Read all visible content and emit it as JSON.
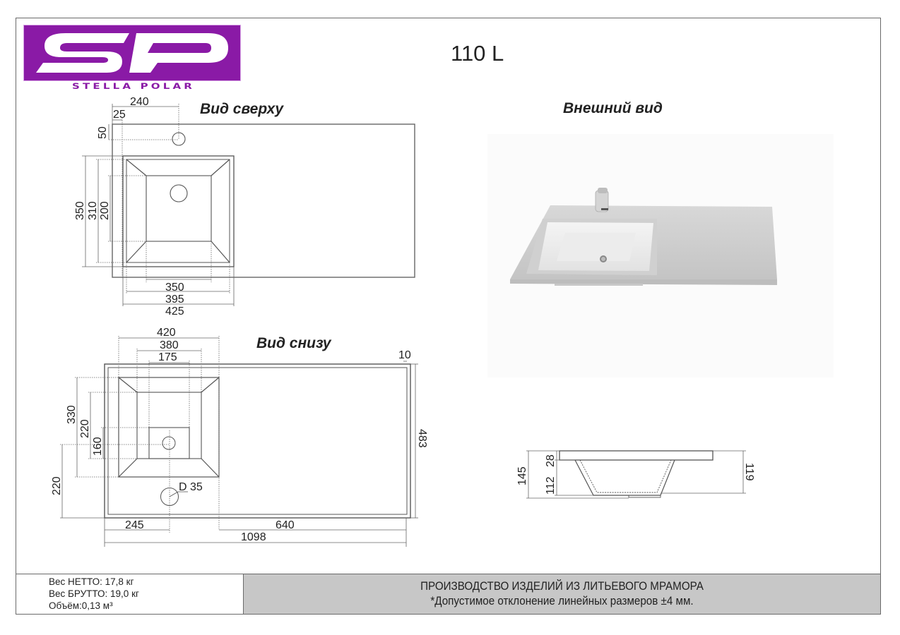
{
  "logo": {
    "initials": "SP",
    "brand_name": "STELLA POLAR",
    "brand_color": "#8a1aa6"
  },
  "model": "110 L",
  "views": {
    "top": {
      "title": "Вид сверху",
      "dims": {
        "tap_hole_x": "240",
        "edge_offset": "25",
        "tap_hole_y": "50",
        "outer_depth": "350",
        "bowl_depth": "310",
        "bottom_depth": "200",
        "bottom_width": "350",
        "bowl_width": "395",
        "outer_width": "425"
      }
    },
    "bottom": {
      "title": "Вид снизу",
      "dims": {
        "outer_width": "420",
        "inner_width": "380",
        "drain_box_width": "175",
        "edge": "10",
        "outer_depth": "330",
        "inner_depth": "220",
        "drain_box_depth": "160",
        "hole_y": "220",
        "hole_diameter": "D 35",
        "total_depth": "483",
        "hole_x": "245",
        "right_part": "640",
        "total_length": "1098"
      }
    },
    "exterior": {
      "title": "Внешний вид"
    },
    "section": {
      "dims": {
        "total_height": "145",
        "top_thickness": "28",
        "bowl_height": "112",
        "inner_height": "119"
      }
    }
  },
  "footer": {
    "specs": [
      "Вес НЕТТО: 17,8 кг",
      "Вес БРУТТО: 19,0 кг",
      "Объём:0,13 м³"
    ],
    "headline": "ПРОИЗВОДСТВО ИЗДЕЛИЙ ИЗ ЛИТЬЕВОГО МРАМОРА",
    "note": "*Допустимое отклонение линейных размеров ±4 мм."
  }
}
